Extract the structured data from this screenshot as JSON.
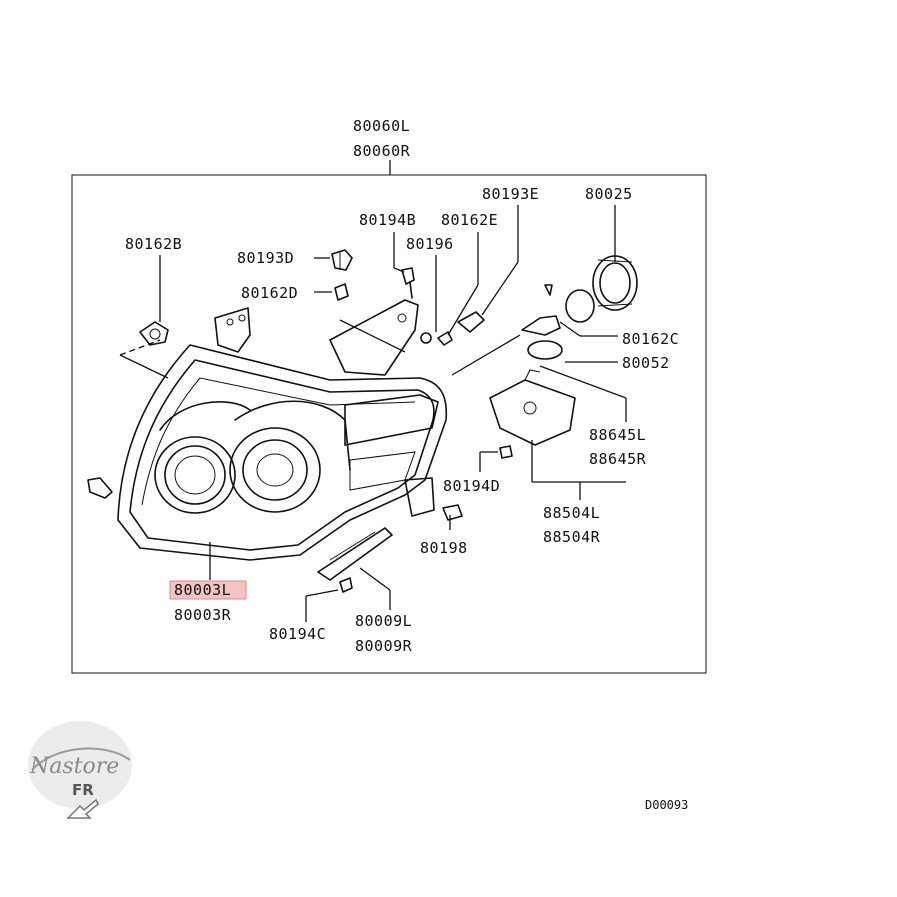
{
  "labels": {
    "assembly_l": "80060L",
    "assembly_r": "80060R",
    "p80193E": "80193E",
    "p80025": "80025",
    "p80194B": "80194B",
    "p80162E": "80162E",
    "p80162B": "80162B",
    "p80193D": "80193D",
    "p80196": "80196",
    "p80162D": "80162D",
    "p80162C": "80162C",
    "p80052": "80052",
    "p88645L": "88645L",
    "p88645R": "88645R",
    "p80194D": "80194D",
    "p88504L": "88504L",
    "p88504R": "88504R",
    "p80198": "80198",
    "p80003L": "80003L",
    "p80003R": "80003R",
    "p80194C": "80194C",
    "p80009L": "80009L",
    "p80009R": "80009R"
  },
  "highlight": {
    "part": "80003L",
    "color": "#f4c3c3"
  },
  "diagram_code": "D00093",
  "watermark": {
    "brand": "Nastore",
    "region": "FR"
  }
}
